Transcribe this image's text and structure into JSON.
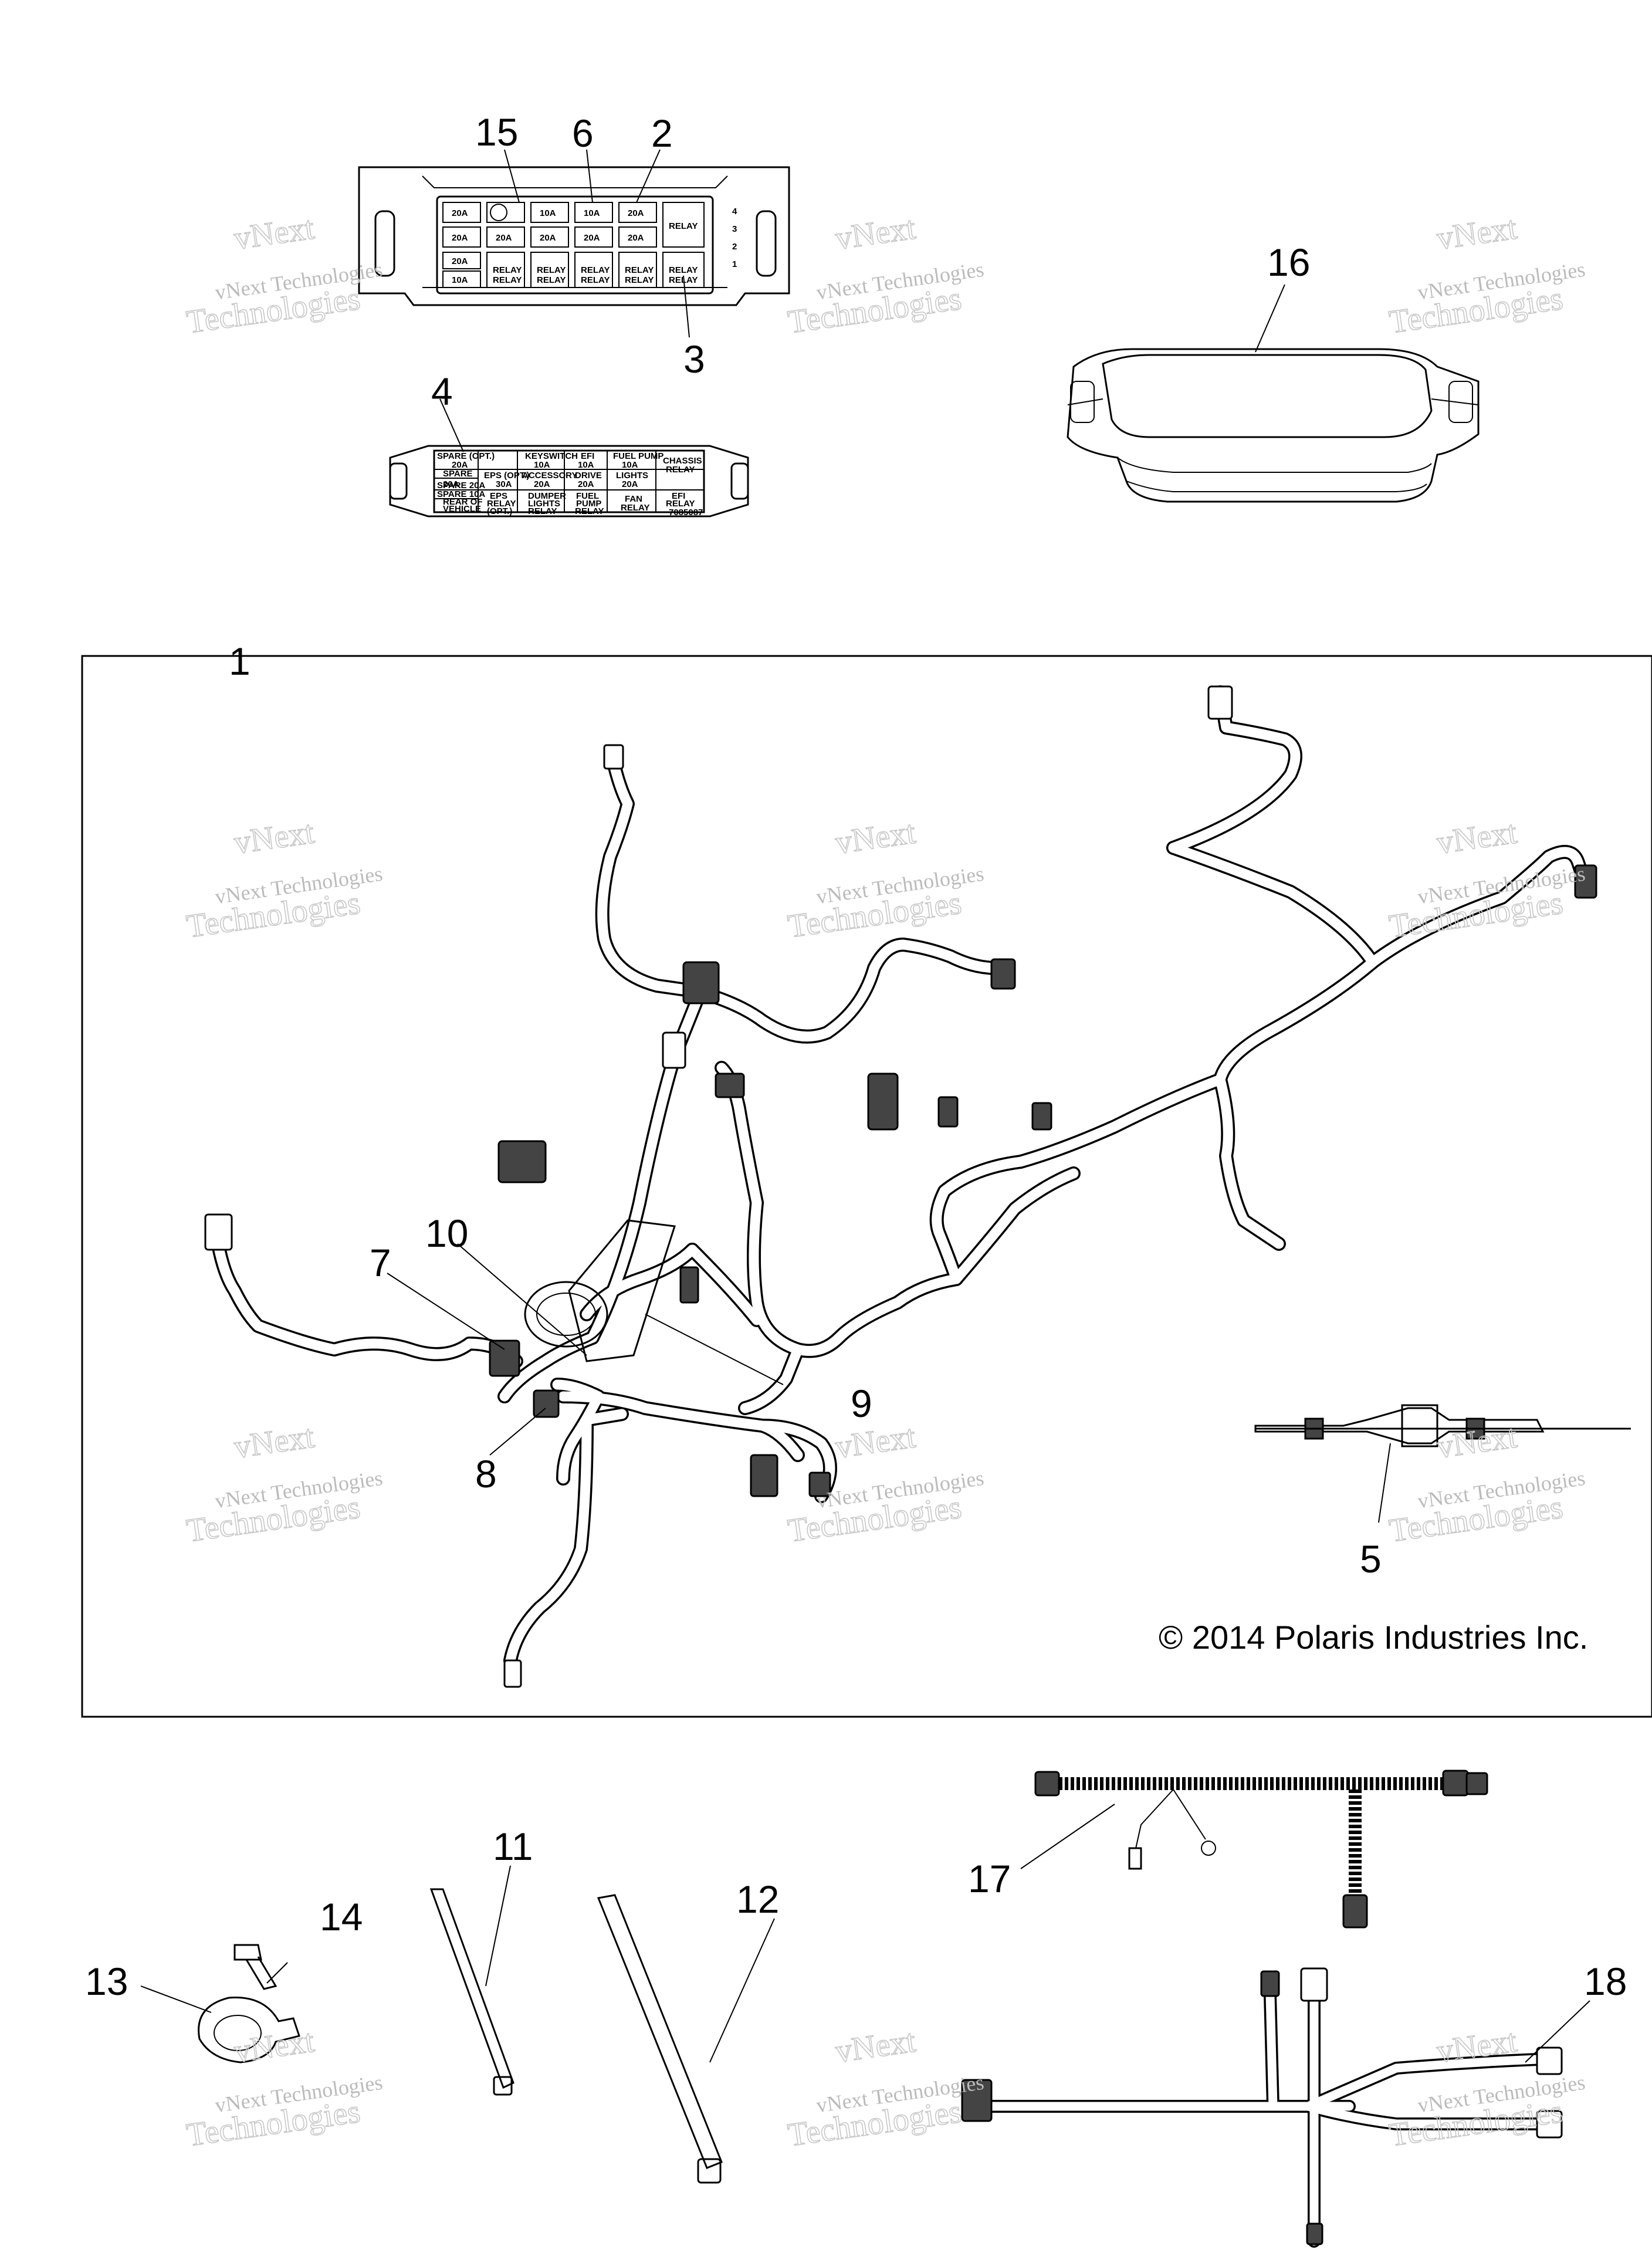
{
  "callouts": {
    "c1": "1",
    "c2": "2",
    "c3": "3",
    "c4": "4",
    "c5": "5",
    "c6": "6",
    "c7": "7",
    "c8": "8",
    "c9": "9",
    "c10": "10",
    "c11": "11",
    "c12": "12",
    "c13": "13",
    "c14": "14",
    "c15": "15",
    "c16": "16",
    "c17": "17",
    "c18": "18"
  },
  "copyright": "© 2014 Polaris Industries Inc.",
  "watermark": {
    "line1": "vNext Technologies",
    "line2": "vNext",
    "line3": "Technologies"
  },
  "fuse_box_top": {
    "row1": [
      "20A",
      "",
      "10A",
      "10A",
      "20A",
      ""
    ],
    "row2": [
      "20A",
      "20A",
      "20A",
      "20A",
      "20A",
      "RELAY"
    ],
    "row3": [
      "20A",
      "RELAY",
      "RELAY",
      "RELAY",
      "RELAY",
      "RELAY"
    ],
    "row4": [
      "10A",
      "RELAY",
      "RELAY",
      "RELAY",
      "RELAY",
      "RELAY"
    ],
    "side_numbers": [
      "4",
      "3",
      "2",
      "1"
    ]
  },
  "fuse_label": {
    "r1": [
      "SPARE (OPT.)",
      "20A",
      "KEYSWITCH",
      "10A",
      "EFI",
      "10A",
      "FUEL PUMP",
      "10A",
      "CHASSIS",
      "RELAY"
    ],
    "r2": [
      "SPARE",
      "20A",
      "EPS (OPT.)",
      "30A",
      "ACCESSORY",
      "20A",
      "DRIVE",
      "20A",
      "LIGHTS",
      "20A"
    ],
    "r3": [
      "SPARE 20A",
      "SPARE 10A",
      "REAR OF",
      "VEHICLE",
      "EPS",
      "RELAY",
      "(OPT.)",
      "DUMPER",
      "LIGHTS",
      "RELAY",
      "FUEL",
      "PUMP",
      "RELAY",
      "FAN",
      "RELAY",
      "EFI",
      "RELAY"
    ],
    "part_no": "7085087"
  }
}
